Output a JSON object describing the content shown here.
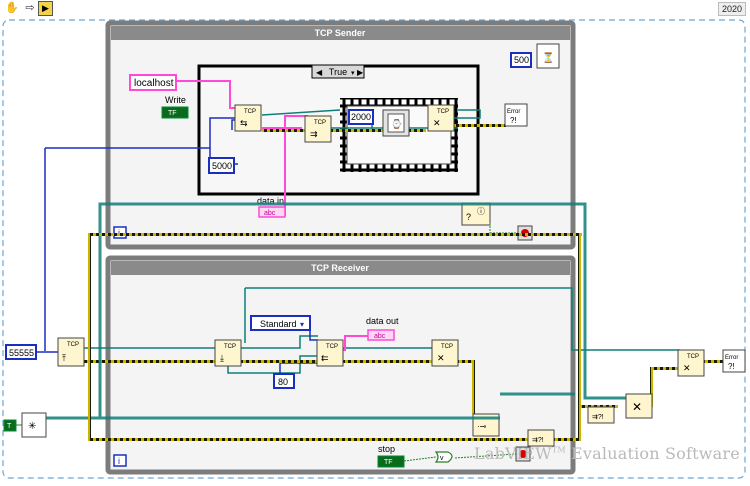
{
  "toolbar": {
    "hand_icon": "grab-hand-icon",
    "arrow_icon": "right-arrow-icon",
    "run_icon": "run-highlight-icon",
    "version": "2020"
  },
  "sender": {
    "title": "TCP Sender",
    "case_selector": "True",
    "host_constant": "localhost",
    "write_label": "Write",
    "write_value": "TF",
    "port_constant": "5000",
    "wait_constant": "2000",
    "timer_constant": "500",
    "data_in_label": "data in",
    "data_in_value": "abc",
    "loop_index": "i",
    "tcp_label": "TCP",
    "error_label": "Error"
  },
  "receiver": {
    "title": "TCP Receiver",
    "mode_value": "Standard",
    "bytes_constant": "80",
    "data_out_label": "data out",
    "data_out_value": "abc",
    "loop_index": "i",
    "tcp_label": "TCP",
    "error_label": "Error"
  },
  "outer": {
    "port_constant": "55555",
    "bool_constant": "T",
    "stop_label": "stop",
    "stop_value": "TF",
    "error_label": "Error",
    "tcp_label": "TCP"
  },
  "watermark": {
    "brand": "LabVIEW",
    "tm": "TM",
    "suffix": " Evaluation Software"
  }
}
